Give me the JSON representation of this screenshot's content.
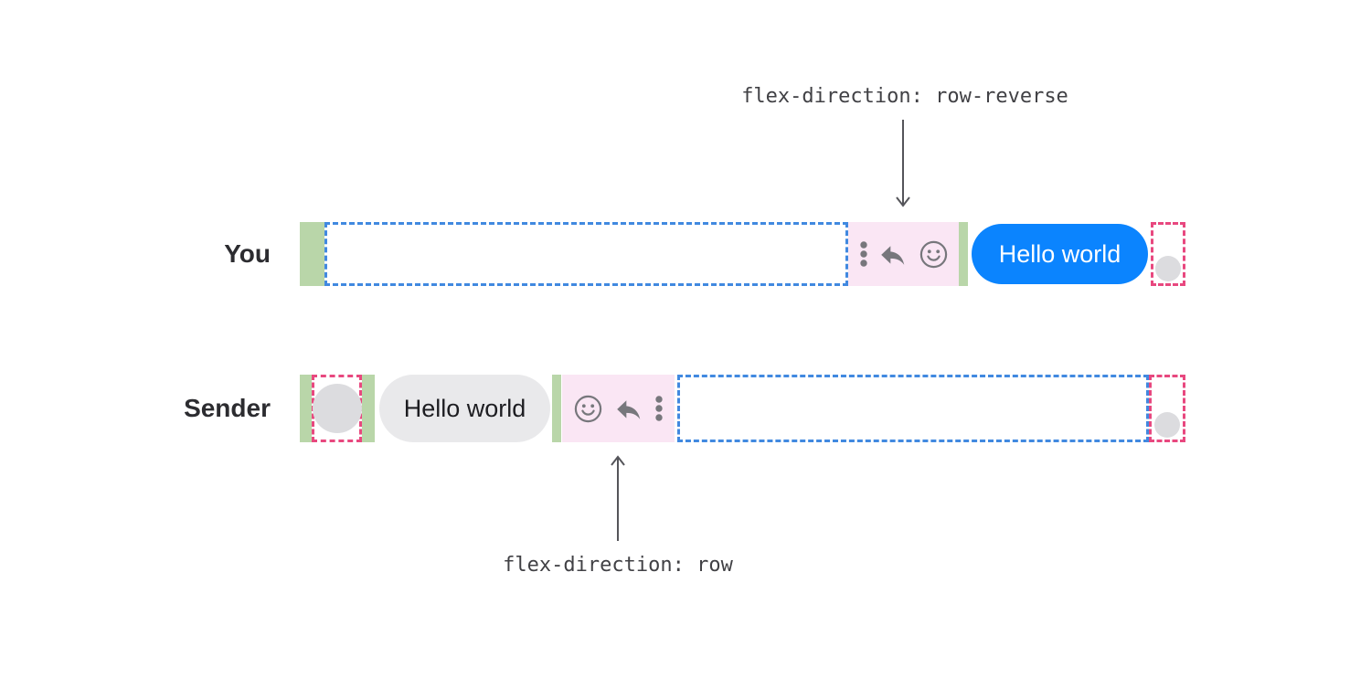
{
  "diagram": {
    "title_note_top": "flex-direction: row-reverse",
    "title_note_bottom": "flex-direction: row"
  },
  "rows": [
    {
      "label": "You",
      "flex_direction": "row-reverse",
      "bubble": {
        "text": "Hello world",
        "style": "sent-blue"
      },
      "action_icons": [
        "kebab-menu-icon",
        "reply-icon",
        "smiley-icon"
      ],
      "avatar": "avatar-placeholder-circle"
    },
    {
      "label": "Sender",
      "flex_direction": "row",
      "bubble": {
        "text": "Hello world",
        "style": "received-gray"
      },
      "action_icons": [
        "smiley-icon",
        "reply-icon",
        "kebab-menu-icon"
      ],
      "avatar": "avatar-placeholder-circle"
    }
  ],
  "colors": {
    "background": "#ffffff",
    "bubble_sent": "#0b84fe",
    "bubble_sent_text": "#ffffff",
    "bubble_received": "#e9e9eb",
    "bubble_received_text": "#1d1d21",
    "gap_indicator_green": "#b9d6a9",
    "actions_pink_fill": "#fae6f4",
    "outline_blue_dashed": "#4189e0",
    "outline_pink_dashed": "#e8487f",
    "avatar_gray": "#dcdcdf",
    "icon_gray": "#77777c",
    "label_text": "#2c2c30",
    "annotation_text": "#414145",
    "arrow": "#55555a"
  }
}
